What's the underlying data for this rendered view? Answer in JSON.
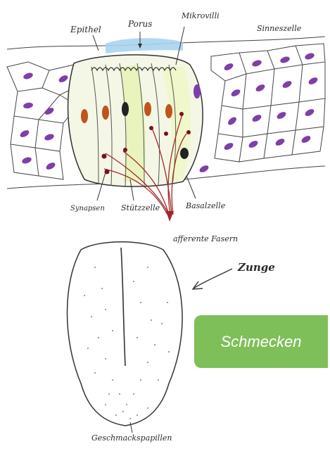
{
  "labels": {
    "epithel": "Epithel",
    "porus": "Porus",
    "mikrovilli": "Mikrovilli",
    "sinneszelle": "Sinneszelle",
    "synapsen": "Synapsen",
    "stuetzzelle": "Stützzelle",
    "basalzelle": "Basalzelle",
    "afferente_fasern": "afferente Fasern",
    "zunge": "Zunge",
    "geschmackspapillen": "Geschmackspapillen"
  },
  "badge": {
    "label": "Schmecken",
    "color": "#7fbf5a"
  },
  "colors": {
    "outline": "#333333",
    "cell_nucleus": "#7d3fa8",
    "taste_nucleus": "#c0531e",
    "nerve": "#a0282a",
    "pore": "#a9d3ef",
    "highlight": "#e7f2b8"
  }
}
